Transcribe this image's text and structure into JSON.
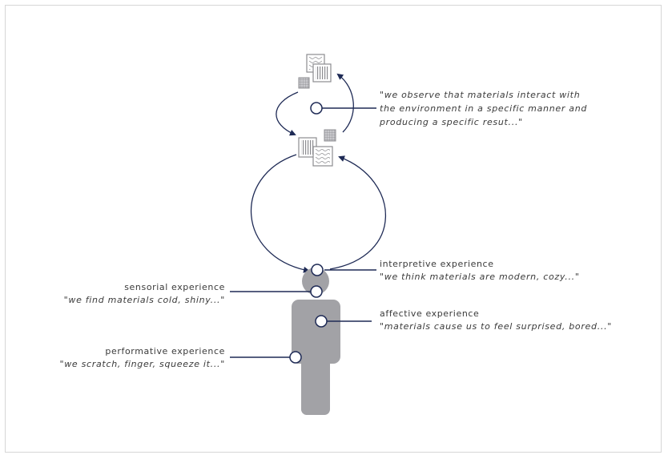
{
  "top_quote": {
    "line1": "\"we observe that materials interact with",
    "line2": "the environment in a specific manner and",
    "line3": "producing a specific resut...\""
  },
  "interpretive": {
    "title": "interpretive experience",
    "quote": "\"we think materials are modern, cozy...\""
  },
  "sensorial": {
    "title": "sensorial experience",
    "quote": "\"we find materials cold, shiny...\""
  },
  "affective": {
    "title": "affective experience",
    "quote": "\"materials cause us to feel surprised, bored...\""
  },
  "performative": {
    "title": "performative experience",
    "quote": "\"we scratch, finger, squeeze it...\""
  },
  "colors": {
    "arrow": "#1e2a55",
    "line": "#1e2a55",
    "figure": "#a2a2a6",
    "text": "#3a3a3a"
  }
}
